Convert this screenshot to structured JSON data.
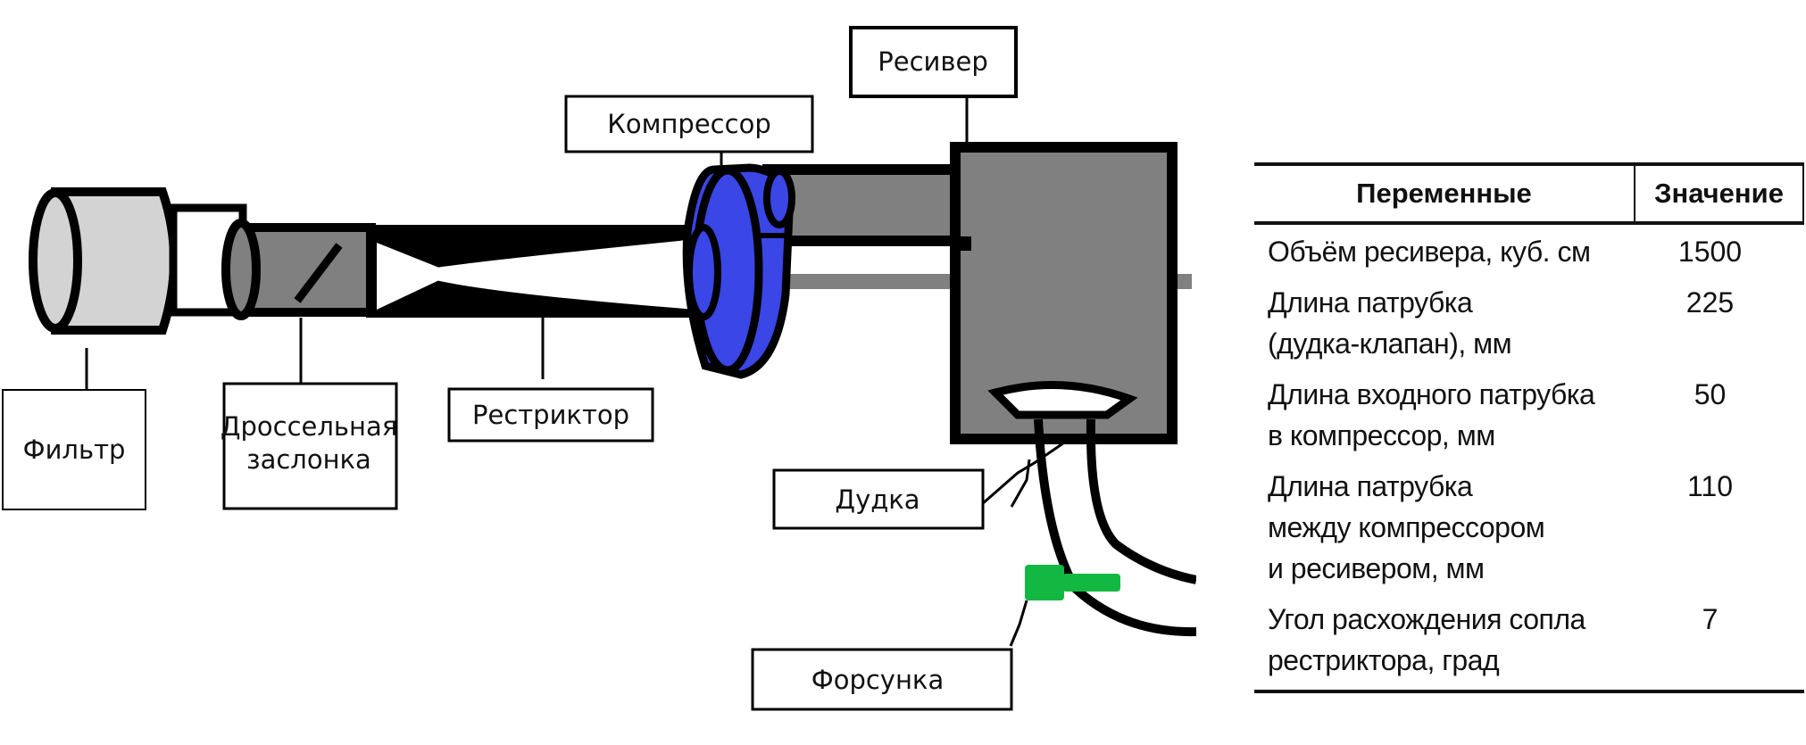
{
  "diagram": {
    "title": "Схема системы впуска",
    "components": [
      {
        "id": "filter",
        "label": "Фильтр"
      },
      {
        "id": "throttle",
        "label_lines": [
          "Дроссельная",
          "заслонка"
        ]
      },
      {
        "id": "restrictor",
        "label": "Рестриктор"
      },
      {
        "id": "compressor",
        "label": "Компрессор"
      },
      {
        "id": "receiver",
        "label": "Ресивер"
      },
      {
        "id": "horn",
        "label": "Дудка"
      },
      {
        "id": "injector",
        "label": "Форсунка"
      }
    ],
    "colors": {
      "filter": "#d3d3d3",
      "pipe": "#808080",
      "compressor": "#3a46e6",
      "injector": "#12b842",
      "outline": "#000000"
    }
  },
  "table": {
    "headers": [
      "Переменные",
      "Значение"
    ],
    "rows": [
      {
        "lines": [
          "Объём ресивера, куб. см"
        ],
        "value": "1500"
      },
      {
        "lines": [
          "Длина патрубка",
          "(дудка-клапан), мм"
        ],
        "value": "225"
      },
      {
        "lines": [
          "Длина входного патрубка",
          "в компрессор, мм"
        ],
        "value": "50"
      },
      {
        "lines": [
          "Длина патрубка",
          "между компрессором",
          "и ресивером, мм"
        ],
        "value": "110"
      },
      {
        "lines": [
          "Угол расхождения сопла",
          "реcтриктора, град"
        ],
        "value": "7"
      }
    ]
  }
}
